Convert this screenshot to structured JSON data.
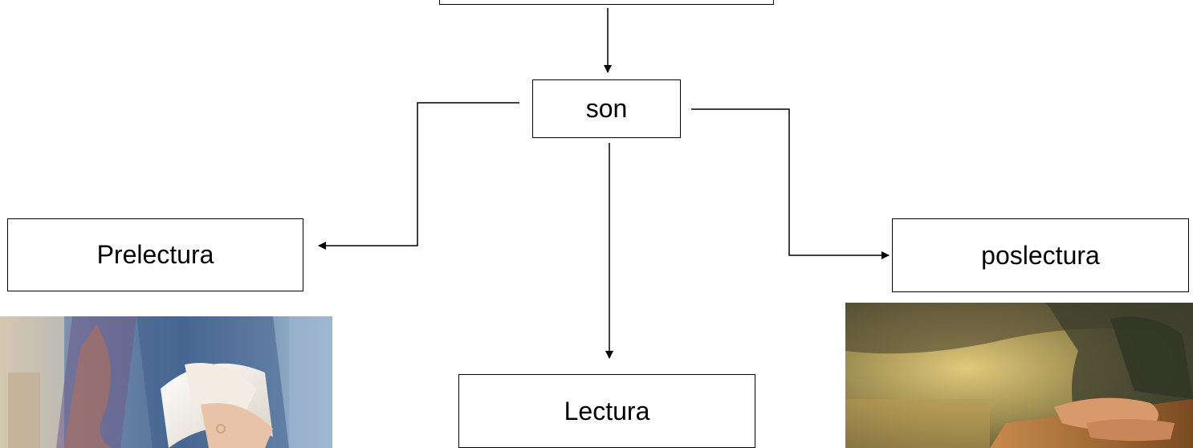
{
  "diagram": {
    "nodes": {
      "top": "",
      "son": "son",
      "prelectura": "Prelectura",
      "lectura": "Lectura",
      "poslectura": "poslectura"
    },
    "edges": [
      {
        "from": "top",
        "to": "son"
      },
      {
        "from": "son",
        "to": "prelectura"
      },
      {
        "from": "son",
        "to": "lectura"
      },
      {
        "from": "son",
        "to": "poslectura"
      }
    ]
  },
  "images": {
    "left_photo": "person-flipping-book-pages",
    "right_photo": "hands-on-old-book"
  },
  "colors": {
    "stroke": "#000000",
    "background": "#ffffff"
  }
}
